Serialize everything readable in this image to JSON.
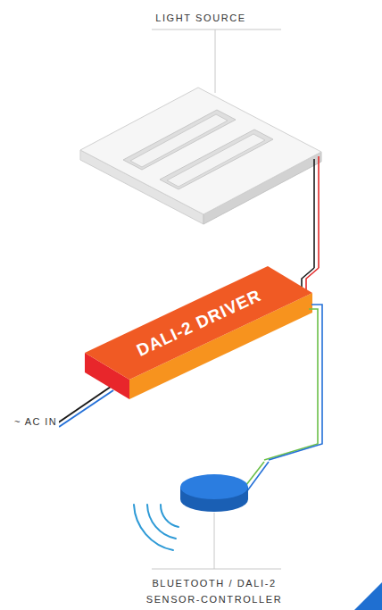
{
  "diagram": {
    "nodes": [
      {
        "text": [
          "LIGHT SOURCE"
        ]
      },
      {
        "text": [
          "DALI-2 DRIVER"
        ]
      },
      {
        "text": [
          "BLUETOOTH / DALI-2 SENSOR-CONTROLLER"
        ]
      }
    ],
    "edges": [
      {
        "from": 0,
        "to": 1,
        "arrow": "none"
      },
      {
        "from": 1,
        "to": 2,
        "arrow": "none"
      }
    ],
    "labels": [
      "~ AC IN"
    ]
  }
}
